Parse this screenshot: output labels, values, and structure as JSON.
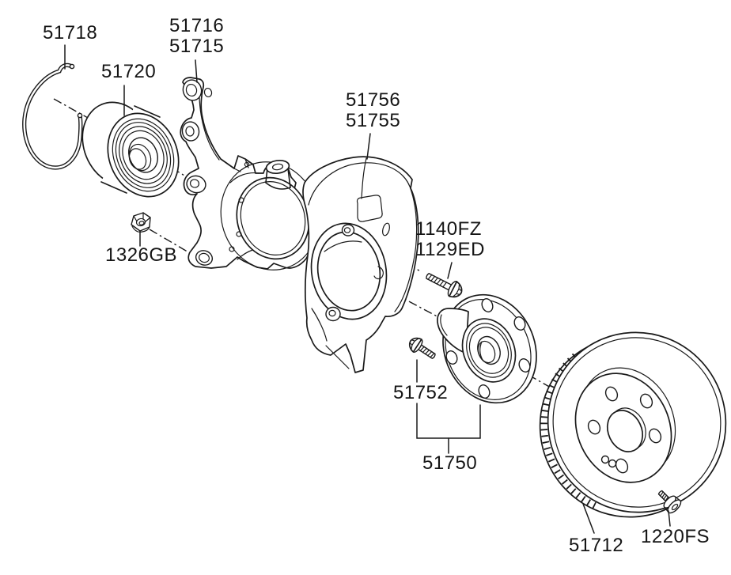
{
  "diagram": {
    "description": "Exploded parts diagram of a front axle wheel hub and knuckle assembly",
    "background_color": "#ffffff",
    "line_color": "#1a1a1a",
    "labels": {
      "snap_ring": {
        "part_no": "51718"
      },
      "wheel_bearing": {
        "part_no": "51720"
      },
      "steering_knuckle": {
        "part_nos": [
          "51716",
          "51715"
        ]
      },
      "brake_dust_cover": {
        "part_nos": [
          "51756",
          "51755"
        ]
      },
      "cover_bolt": {
        "part_nos": [
          "1140FZ",
          "1129ED"
        ]
      },
      "lock_nut": {
        "part_no": "1326GB"
      },
      "hub_bolt": {
        "part_no": "51752"
      },
      "hub_assembly": {
        "part_no": "51750"
      },
      "brake_disc": {
        "part_no": "51712"
      },
      "disc_screw": {
        "part_no": "1220FS"
      }
    }
  }
}
